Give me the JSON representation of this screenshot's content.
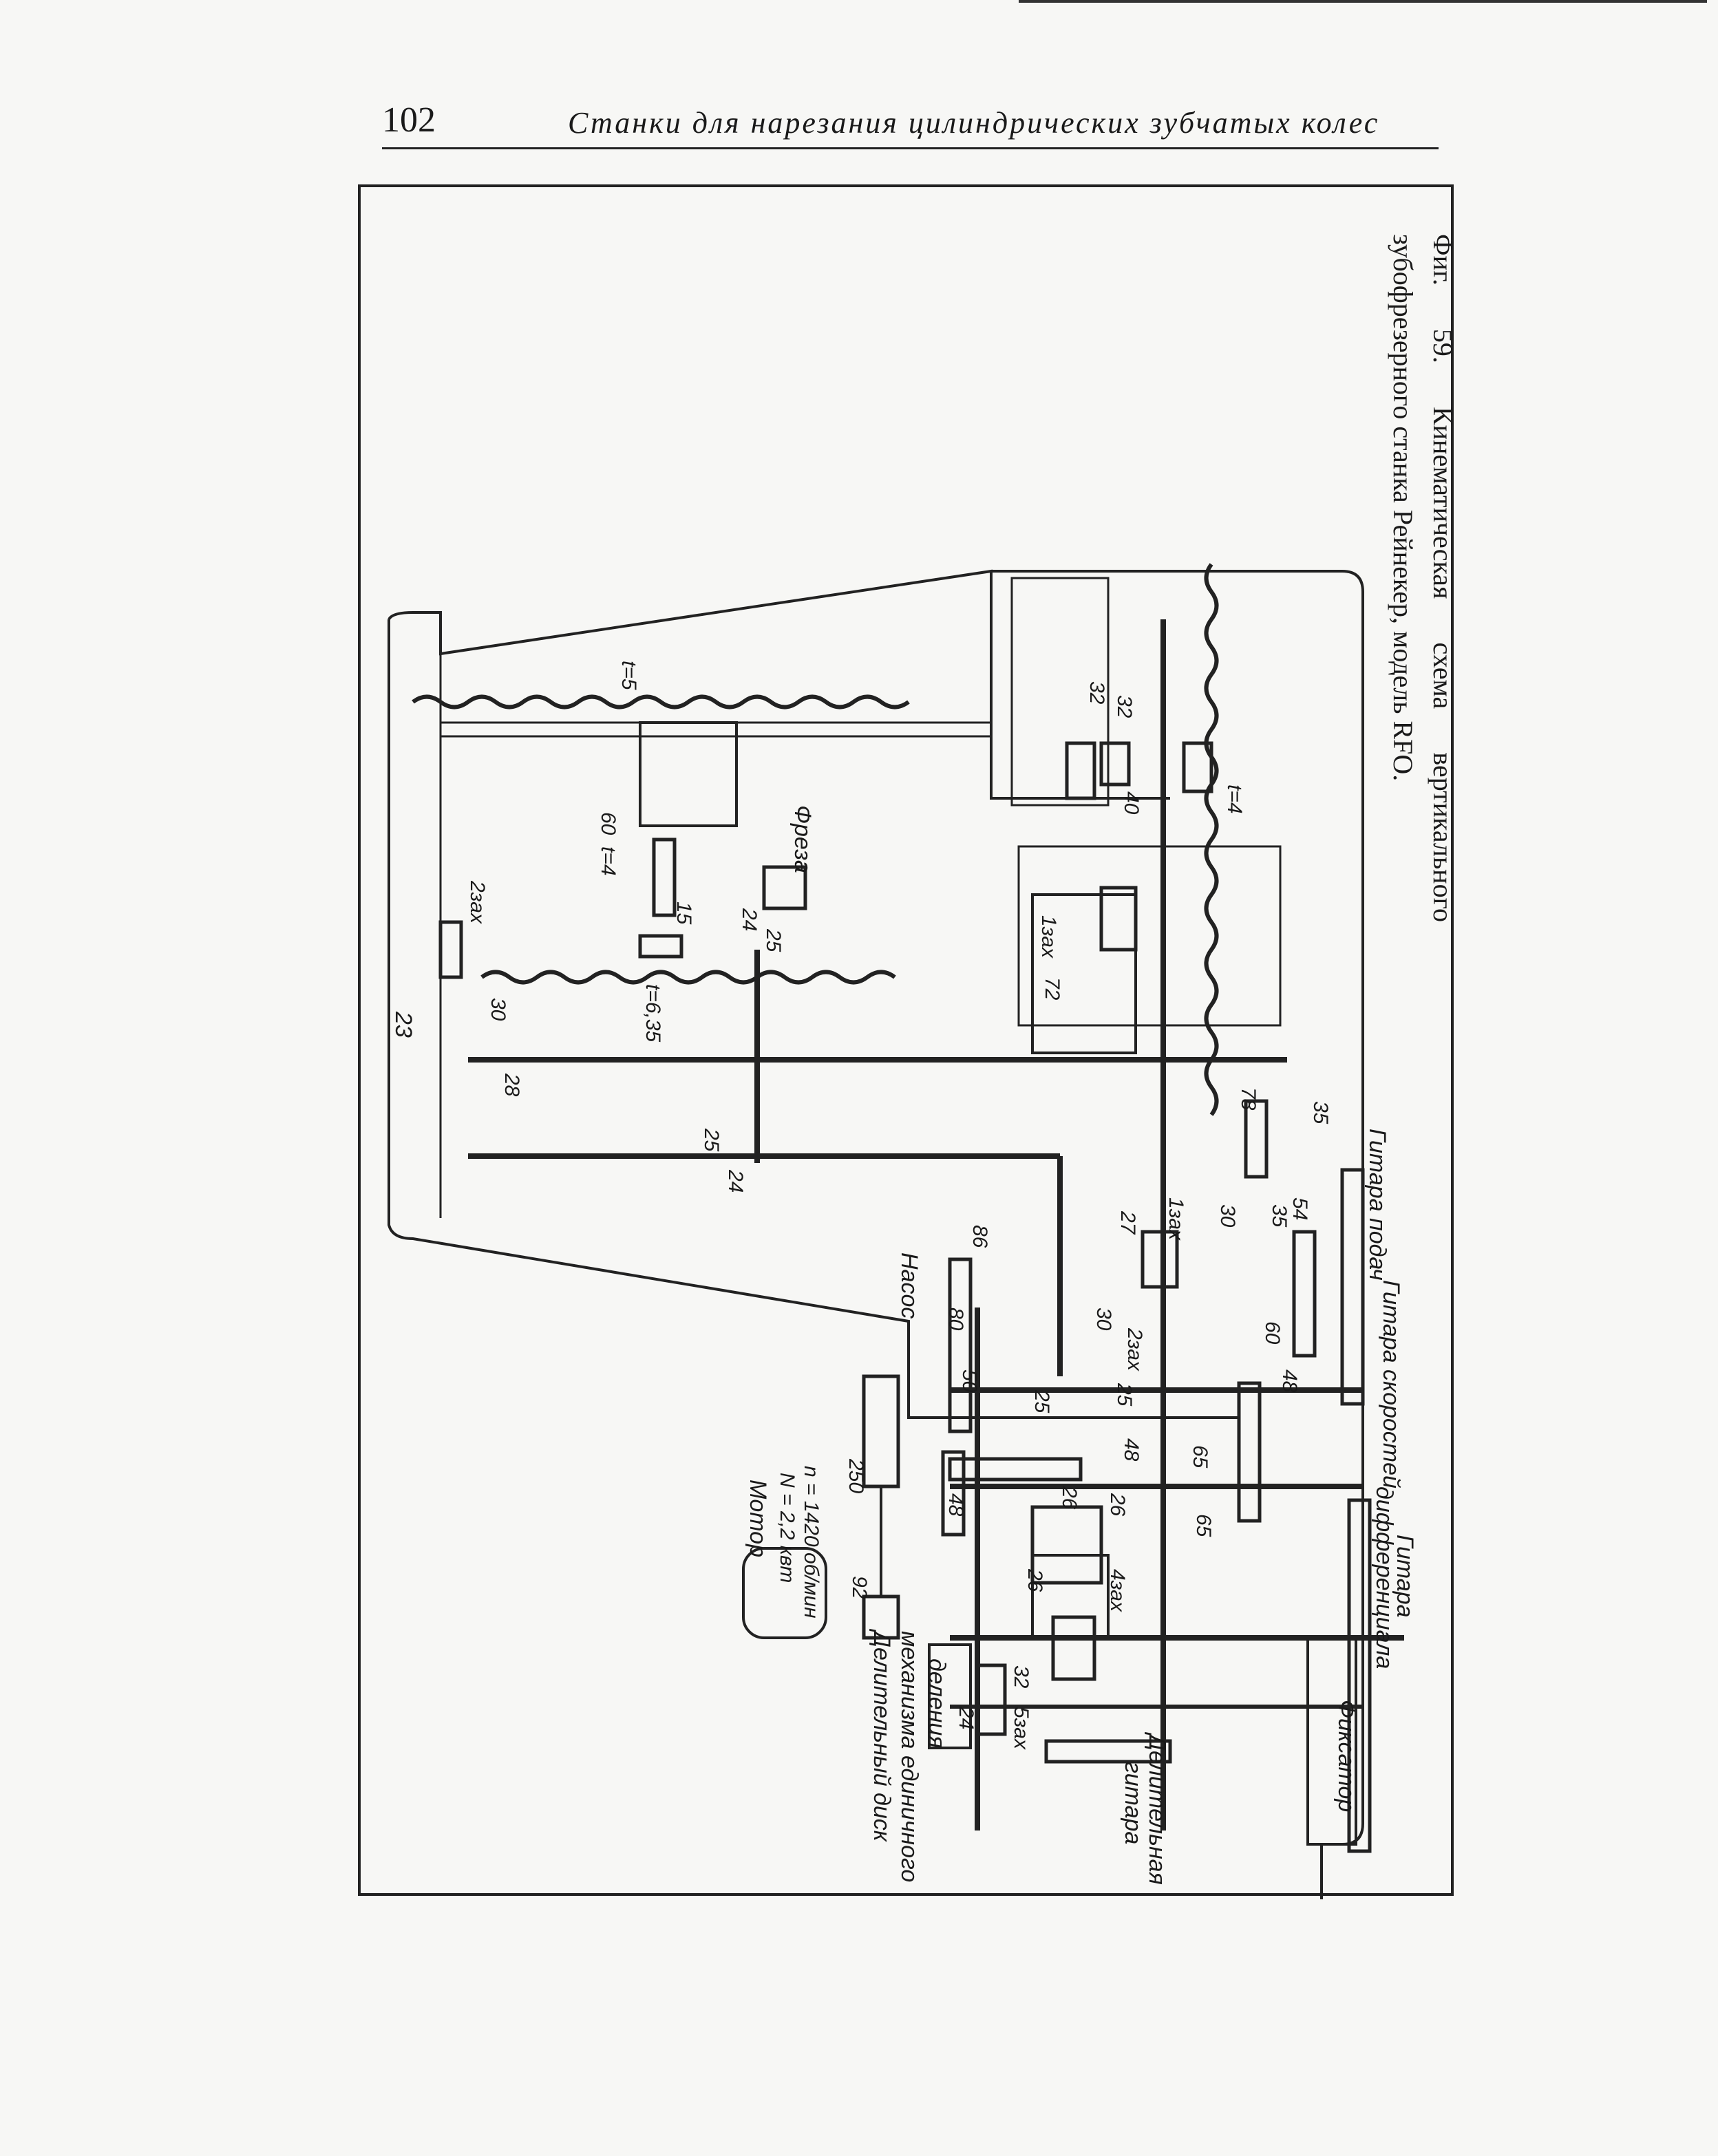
{
  "header": {
    "page_number": "102",
    "running_title": "Станки для нарезания цилиндрических зубчатых колес"
  },
  "figure": {
    "caption": "Фиг. 59. Кинематическая схема вертикального зубофрезерного станка Рейнекер, модель RFO.",
    "labels": {
      "motor": "Мотор",
      "motor_power": "N = 2,2 квт",
      "motor_speed": "n = 1420 об/мин",
      "pump": "Насос",
      "cutter": "Фреза",
      "fixator": "Фиксатор",
      "indexing_disk_1": "Делительный диск",
      "indexing_disk_2": "механизма единичного",
      "indexing_disk_3": "деления",
      "div_guitar_1": "Делительная",
      "div_guitar_2": "гитара",
      "diff_guitar_1": "Гитара",
      "diff_guitar_2": "дифференциала",
      "speed_guitar": "Гитара скоростей",
      "feed_guitar": "Гитара подач",
      "t5": "t=5",
      "t4a": "t=4",
      "t4b": "t=4",
      "t635": "t=6,35",
      "n250": "250",
      "n92": "92",
      "n86": "86",
      "n80": "80",
      "n50": "50",
      "n48a": "48",
      "n48b": "48",
      "n26a": "26",
      "n26b": "26",
      "n26c": "26",
      "n4zah": "4зах",
      "n32a": "32",
      "n5zah": "5зах",
      "n24a": "24",
      "n25a": "25",
      "n30a": "30",
      "n25b": "25",
      "n65a": "65",
      "n65b": "65",
      "n48c": "48",
      "n60a": "60",
      "n54": "54",
      "n35a": "35",
      "n35b": "35",
      "n78": "78",
      "n30b": "30",
      "n1zah": "1зах",
      "n27": "27",
      "n2zah": "2зах",
      "n24b": "24",
      "n25c": "25",
      "n28": "28",
      "n30c": "30",
      "n23": "23",
      "n2zahb": "2зах",
      "n60b": "60",
      "n15": "15",
      "n24c": "24",
      "n25d": "25",
      "n1zahb": "1зах",
      "n72": "72",
      "n40": "40",
      "n32b": "32",
      "n32c": "32"
    }
  }
}
